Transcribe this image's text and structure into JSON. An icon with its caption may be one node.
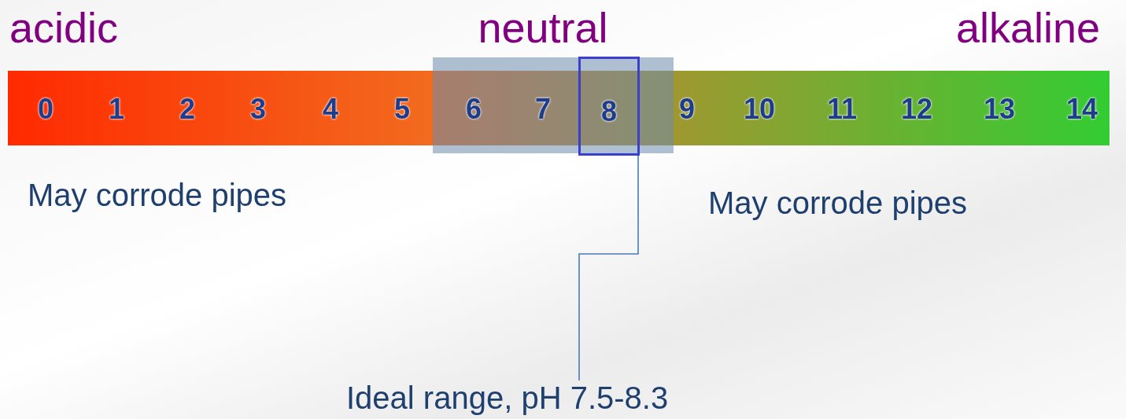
{
  "diagram": {
    "nodes": [
      {
        "text": [
          "8"
        ]
      },
      {
        "text": [
          "Ideal range, pH 7.5-8.3"
        ]
      }
    ],
    "edges": [
      {
        "from": 1,
        "to": 0,
        "arrow": "none"
      }
    ],
    "labels": [
      "acidic",
      "neutral",
      "alkaline",
      "0",
      "1",
      "2",
      "3",
      "4",
      "5",
      "6",
      "7",
      "9",
      "10",
      "11",
      "12",
      "13",
      "14",
      "May corrode pipes",
      "May corrode pipes"
    ]
  }
}
